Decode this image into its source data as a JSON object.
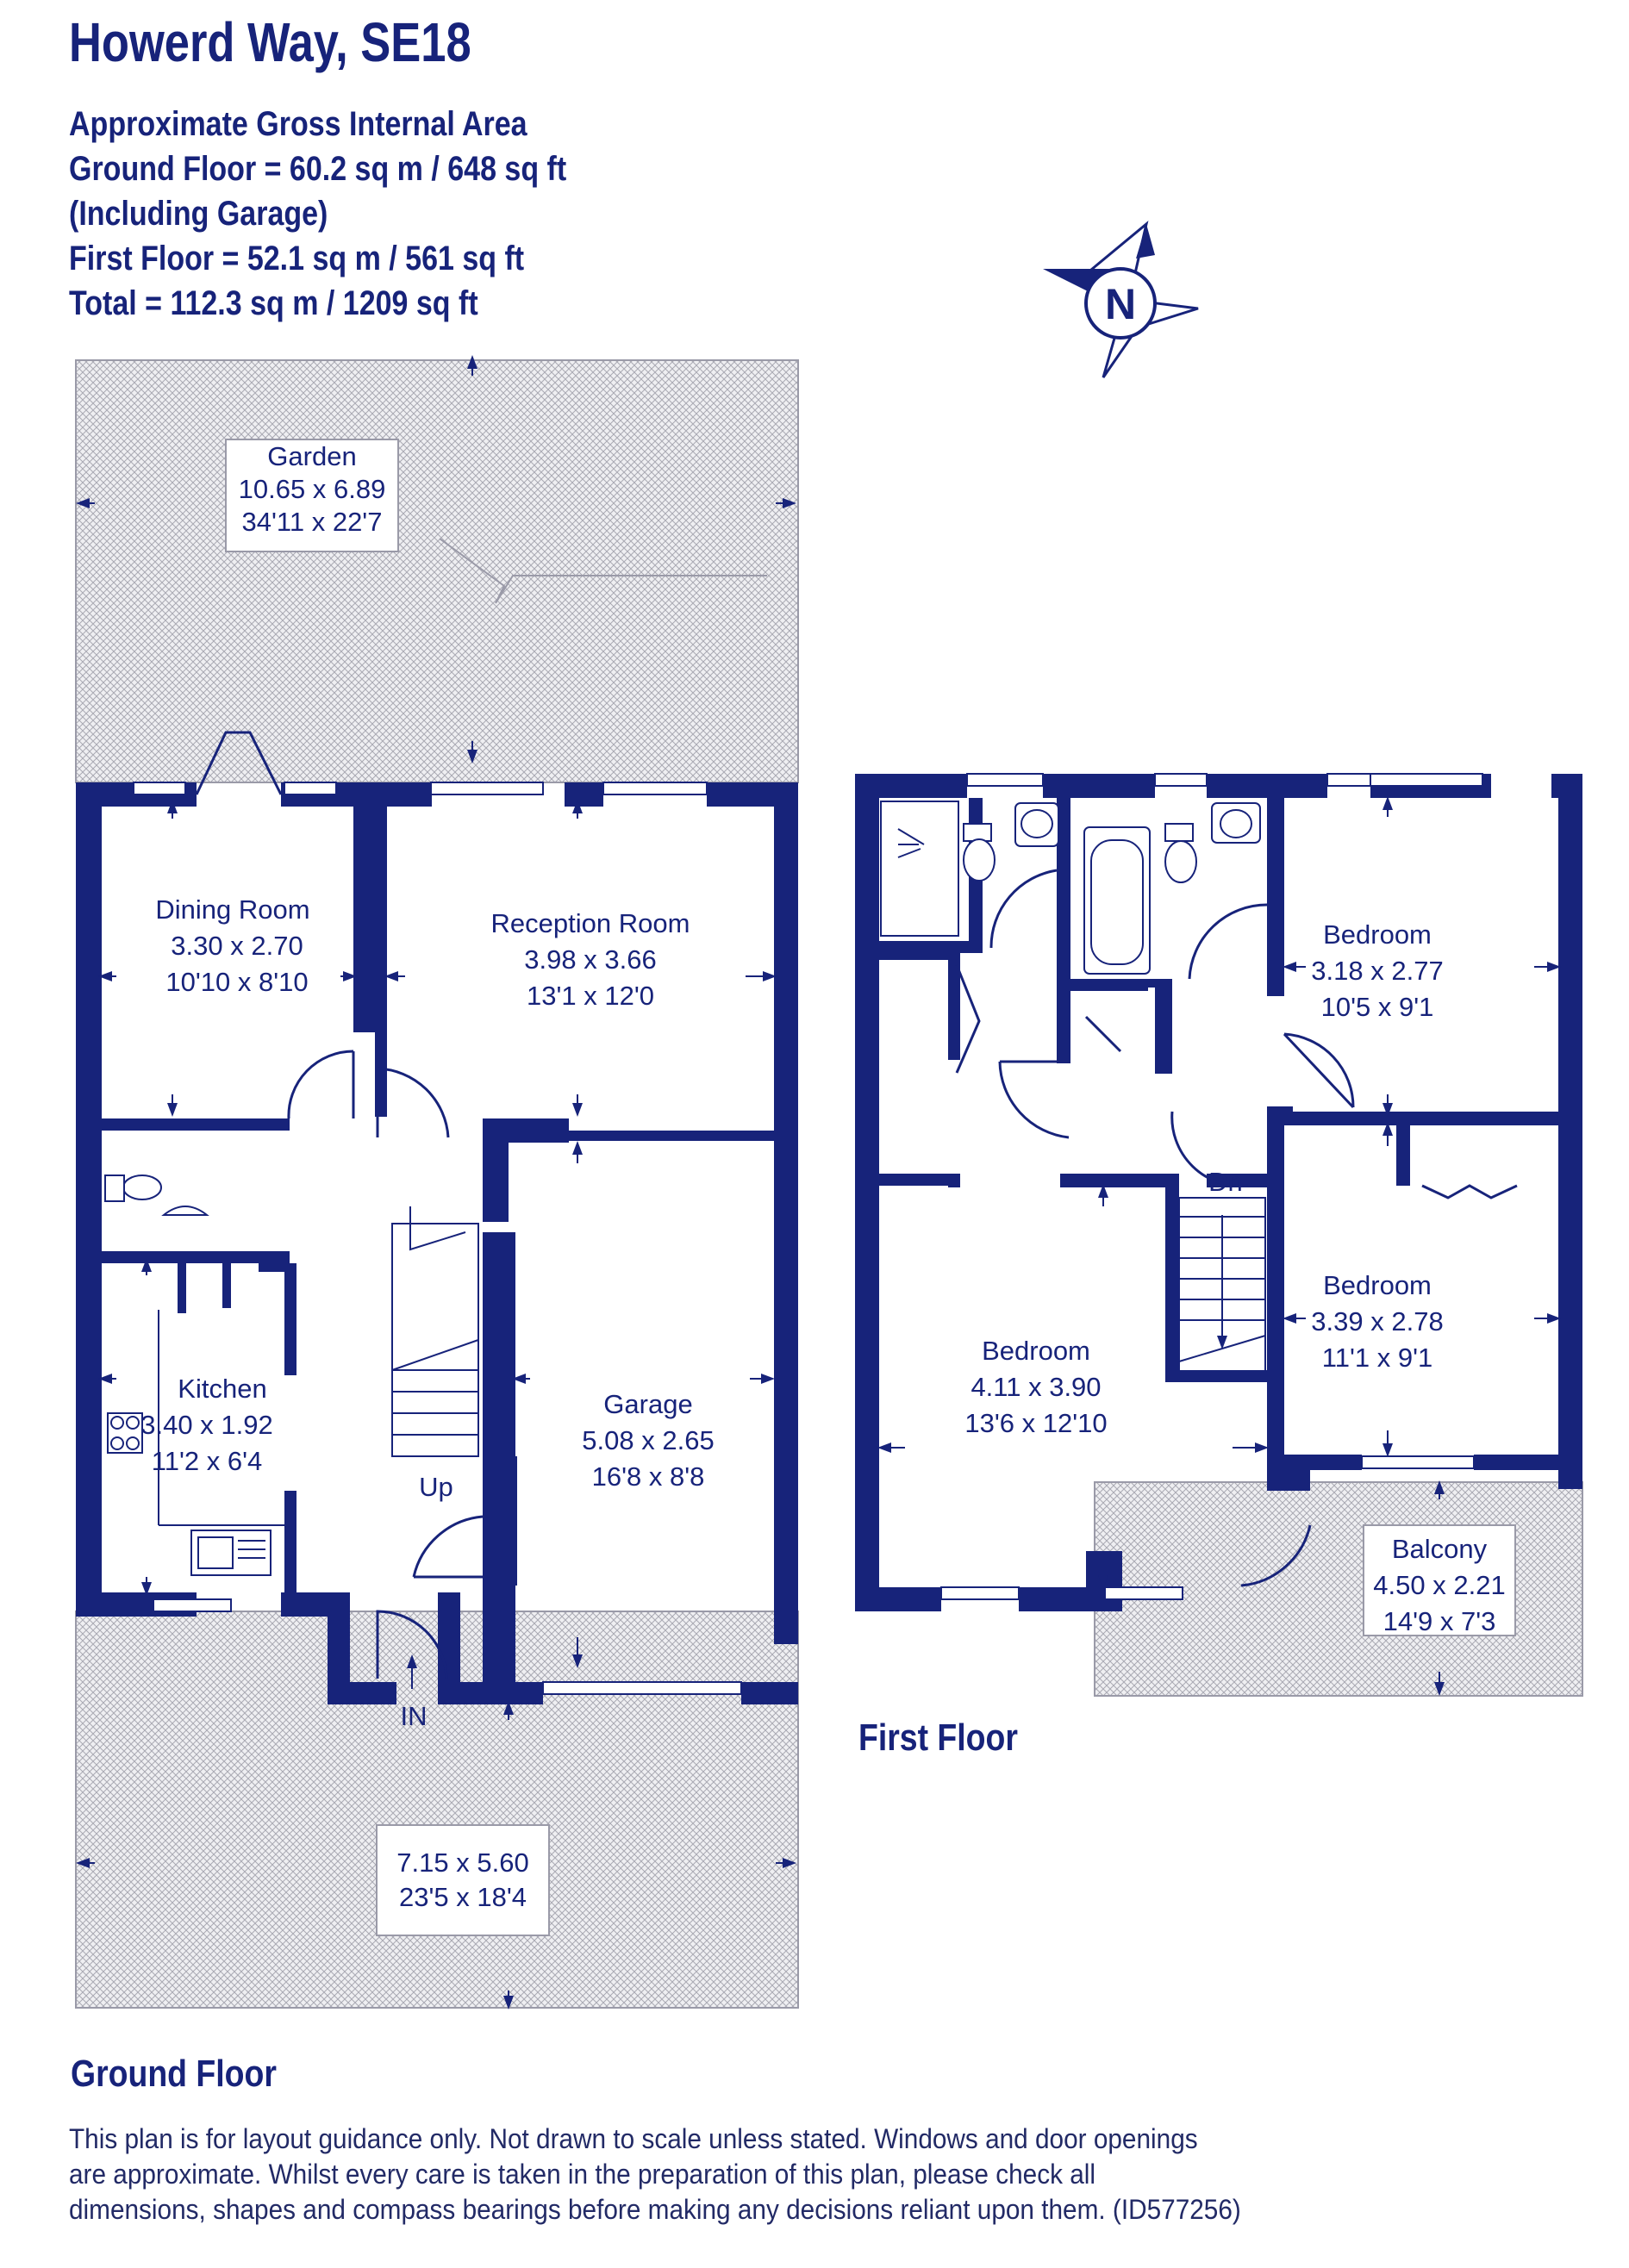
{
  "title": "Howerd Way, SE18",
  "areas": [
    "Approximate Gross Internal Area",
    "Ground Floor = 60.2 sq m / 648 sq ft",
    "(Including Garage)",
    "First Floor = 52.1 sq m / 561 sq ft",
    "Total = 112.3 sq m / 1209 sq ft"
  ],
  "compass": {
    "letter": "N"
  },
  "floors": {
    "ground": "Ground Floor",
    "first": "First Floor"
  },
  "rooms": {
    "garden": {
      "name": "Garden",
      "metric": "10.65 x 6.89",
      "imperial": "34'11 x 22'7"
    },
    "dining": {
      "name": "Dining Room",
      "metric": "3.30 x 2.70",
      "imperial": "10'10 x 8'10"
    },
    "reception": {
      "name": "Reception Room",
      "metric": "3.98 x 3.66",
      "imperial": "13'1 x 12'0"
    },
    "kitchen": {
      "name": "Kitchen",
      "metric": "3.40 x 1.92",
      "imperial": "11'2 x 6'4"
    },
    "garage": {
      "name": "Garage",
      "metric": "5.08 x 2.65",
      "imperial": "16'8 x 8'8"
    },
    "front": {
      "metric": "7.15 x 5.60",
      "imperial": "23'5 x 18'4"
    },
    "bed_main": {
      "name": "Bedroom",
      "metric": "4.11 x 3.90",
      "imperial": "13'6 x 12'10"
    },
    "bed_2": {
      "name": "Bedroom",
      "metric": "3.18 x 2.77",
      "imperial": "10'5 x 9'1"
    },
    "bed_3": {
      "name": "Bedroom",
      "metric": "3.39 x 2.78",
      "imperial": "11'1 x 9'1"
    },
    "balcony": {
      "name": "Balcony",
      "metric": "4.50 x 2.21",
      "imperial": "14'9 x 7'3"
    }
  },
  "stairs": {
    "up": "Up",
    "down": "Dn",
    "entrance": "IN"
  },
  "disclaimer": [
    "This plan is for layout guidance only. Not drawn to scale unless stated. Windows and door openings",
    "are approximate. Whilst every care is taken in the preparation of this plan, please check all",
    "dimensions, shapes and compass bearings before making any decisions reliant upon them. (ID577256)"
  ],
  "colors": {
    "wall": "#17237a",
    "text": "#17237a",
    "hatch": "#b7b7be"
  }
}
